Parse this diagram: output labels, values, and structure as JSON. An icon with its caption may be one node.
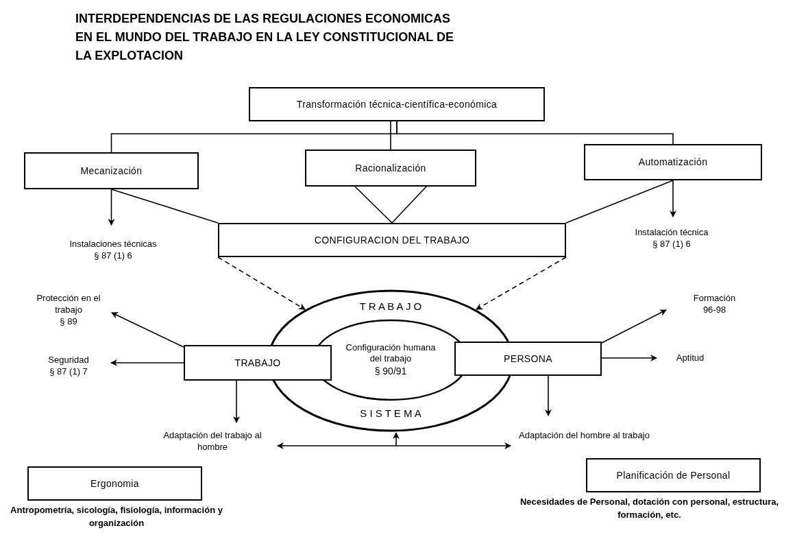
{
  "diagram": {
    "title": "INTERDEPENDENCIAS DE LAS REGULACIONES ECONOMICAS EN EL MUNDO DEL TRABAJO EN LA LEY CONSTITUCIONAL DE LA EXPLOTACION",
    "nodes": [
      {
        "text": [
          "Transformación técnica-científica-económica"
        ]
      },
      {
        "text": [
          "Mecanización"
        ]
      },
      {
        "text": [
          "Racionalización"
        ]
      },
      {
        "text": [
          "Automatización"
        ]
      },
      {
        "text": [
          "CONFIGURACION DEL TRABAJO"
        ]
      },
      {
        "text": [
          "Instalaciones técnicas",
          "§ 87 (1) 6"
        ]
      },
      {
        "text": [
          "Instalación técnica",
          "§ 87 (1) 6"
        ]
      },
      {
        "text": [
          "T R A B A J O",
          "S I S T E M A"
        ]
      },
      {
        "text": [
          "Configuración humana del trabajo",
          "§ 90/91"
        ],
        "in": 7
      },
      {
        "text": [
          "TRABAJO"
        ]
      },
      {
        "text": [
          "PERSONA"
        ]
      },
      {
        "text": [
          "Protección en el trabajo",
          "§ 89"
        ]
      },
      {
        "text": [
          "Seguridad",
          "§ 87 (1) 7"
        ]
      },
      {
        "text": [
          "Adaptación del trabajo al hombre"
        ]
      },
      {
        "text": [
          "Adaptación del hombre al trabajo"
        ]
      },
      {
        "text": [
          "Formación",
          "96-98"
        ]
      },
      {
        "text": [
          "Aptitud"
        ]
      },
      {
        "text": [
          "Ergonomia"
        ],
        "beside": [
          "Antropometría, sicología, fisiología, información y organización"
        ]
      },
      {
        "text": [
          "Planificación de Personal"
        ],
        "beside": [
          "Necesidades de Personal, dotación con personal, estructura, formación, etc."
        ]
      }
    ],
    "edges": [
      {
        "from": 0,
        "to": 1,
        "arrow": "none"
      },
      {
        "from": 0,
        "to": 2,
        "arrow": "none"
      },
      {
        "from": 0,
        "to": 3,
        "arrow": "none"
      },
      {
        "from": 1,
        "to": 5,
        "arrow": "to"
      },
      {
        "from": 3,
        "to": 6,
        "arrow": "to"
      },
      {
        "from": 1,
        "to": 4,
        "arrow": "none"
      },
      {
        "from": 2,
        "to": 4,
        "arrow": "none"
      },
      {
        "from": 3,
        "to": 4,
        "arrow": "none"
      },
      {
        "from": 4,
        "to": 7,
        "arrow": "to",
        "style": "dashed"
      },
      {
        "from": 4,
        "to": 7,
        "arrow": "to",
        "style": "dashed"
      },
      {
        "from": 9,
        "to": 11,
        "arrow": "to"
      },
      {
        "from": 9,
        "to": 12,
        "arrow": "to"
      },
      {
        "from": 9,
        "to": 13,
        "arrow": "to"
      },
      {
        "from": 10,
        "to": 15,
        "arrow": "to"
      },
      {
        "from": 10,
        "to": 16,
        "arrow": "to"
      },
      {
        "from": 10,
        "to": 14,
        "arrow": "to"
      },
      {
        "from": 13,
        "to": 14,
        "arrow": "both"
      },
      {
        "from": null,
        "to": 7,
        "arrow": "to"
      }
    ]
  }
}
